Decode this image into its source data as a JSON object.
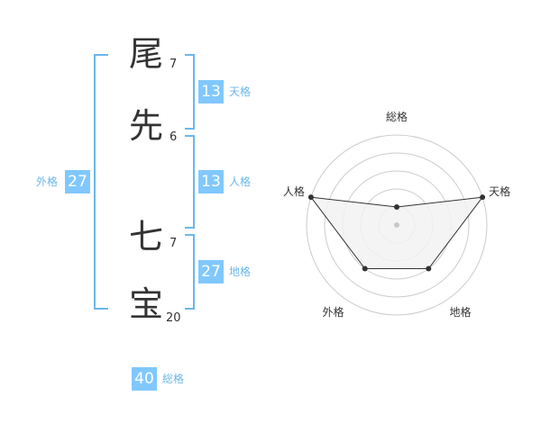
{
  "characters": [
    {
      "char": "尾",
      "strokes": "7"
    },
    {
      "char": "先",
      "strokes": "6"
    },
    {
      "char": "七",
      "strokes": "7"
    },
    {
      "char": "宝",
      "strokes": "20"
    }
  ],
  "kaku": {
    "tenkaku": {
      "value": "13",
      "label": "天格"
    },
    "jinkaku": {
      "value": "13",
      "label": "人格"
    },
    "chikaku": {
      "value": "27",
      "label": "地格"
    },
    "gaikaku": {
      "value": "27",
      "label": "外格"
    },
    "soukaku": {
      "value": "40",
      "label": "総格"
    }
  },
  "chart_data": {
    "type": "radar",
    "axes": [
      "総格",
      "天格",
      "地格",
      "外格",
      "人格"
    ],
    "values": [
      1,
      5,
      3,
      3,
      5
    ],
    "max": 5,
    "rings": 5,
    "colors": {
      "fill": "#f2f2f2",
      "line": "#333333",
      "ring": "#cccccc",
      "center": "#c8c8c8"
    }
  },
  "colors": {
    "accent": "#80c8ff",
    "label": "#6cb7ea",
    "text": "#333333"
  }
}
